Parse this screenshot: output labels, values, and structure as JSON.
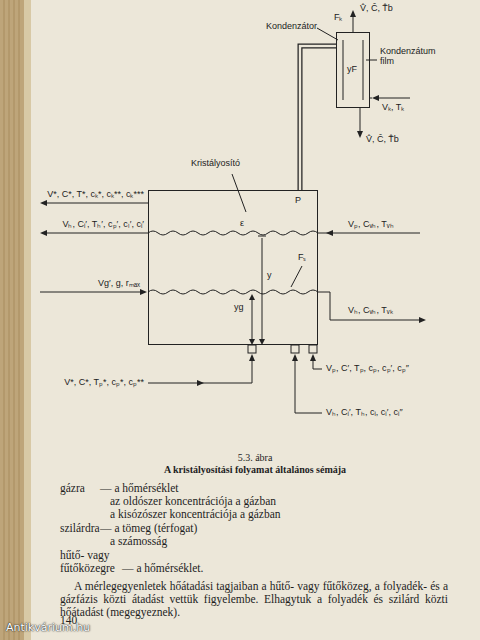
{
  "diagram": {
    "title": "5.3. ábra",
    "caption": "A kristályosítási folyamat általános sémája",
    "nodes": [
      {
        "text": [
          "Kristályosító",
          "P"
        ]
      },
      {
        "text": [
          "Kondenzátor"
        ]
      }
    ],
    "edges": [
      {
        "from": 0,
        "to": 1,
        "arrow": "none"
      }
    ],
    "labels": [
      "Fₖ",
      "V̂, Ĉ, T̂b",
      "yF",
      "Kondenzátum film",
      "Vₖ, Tₖ",
      "V̂, Ĉ, T̂b",
      "V*, C*, T*, cₖ*, cₖ**, cₖ***",
      "Vₕ, Cᵢ′, Tₕ′, cₚ′, cₗ′, cᵢ′",
      "Vₚ, Cᵥₕ, Tᵥₕ",
      "ε",
      "Vg′, g, rₘₐₓ",
      "Fₛ",
      "y",
      "yg",
      "Vₕ, Cᵥₕ, Tᵥₖ",
      "V*, C*, Tₚ*, cₚ*, cₚ**",
      "Vₚ, C′, Tₚ, cₚ, cₚ′, cₚ″",
      "Vₕ, Cᵢ′, Tₕ, cᵢ, cᵢ′, cᵢ″",
      "gázra",
      "— a hőmérséklet",
      "az oldószer koncentrációja a gázban",
      "a kisózószer koncentrációja a gázban",
      "szilárdra",
      "— a tömeg (térfogat)",
      "a számosság",
      "hűtő- vagy",
      "fűtőközegre",
      "— a hőmérséklet.",
      "A mérlegegyenletek hőátadási tagjaiban a hűtő- vagy fűtőközeg, a folyadék- és a gázfázis közti átadást vettük figyelembe. Elhagytuk a folyadék és szilárd közti hőátadást (megegyeznek).",
      "140",
      "Antikvárium.hu"
    ]
  }
}
